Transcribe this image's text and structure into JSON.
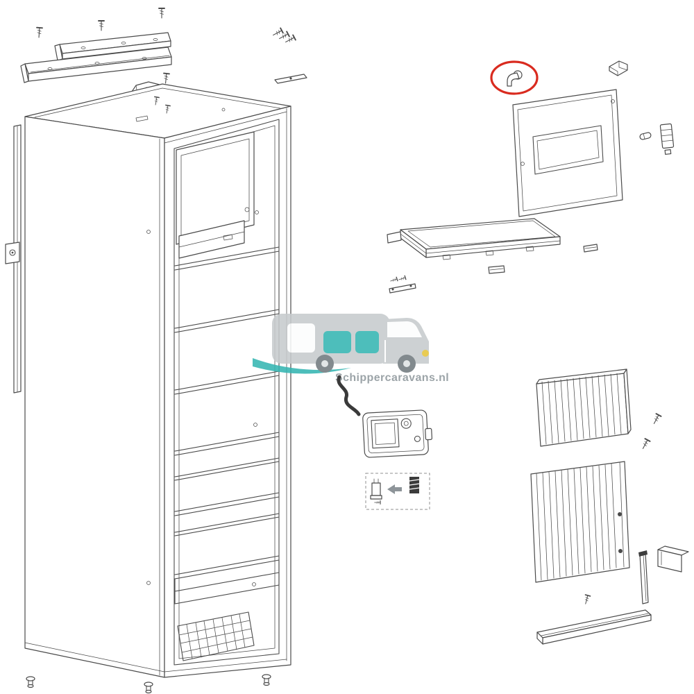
{
  "diagram_type": "exploded-parts-diagram",
  "watermark": {
    "text": "Schippercaravans.nl"
  },
  "highlight": {
    "shape": "ellipse",
    "part": "exhaust-elbow"
  },
  "colors": {
    "line": "#4a4a4a",
    "highlight_red": "#d92b1f",
    "teal": "#35b6b2",
    "watermark_gray": "#c7cbcd",
    "watermark_text": "#8f989d",
    "wheel": "#717a7f",
    "light_yellow": "#e6c43c",
    "dark_part": "#3c3c3c"
  },
  "parts": [
    "mounting-rail-upper",
    "mounting-rail-lower",
    "mounting-screws",
    "hinge-bracket",
    "refrigerator-cabinet",
    "freezer-compartment",
    "wire-shelves",
    "bottom-rack",
    "side-trim-strip",
    "leveling-bolts",
    "freezer-door-panel",
    "door-corner-bracket",
    "exhaust-elbow",
    "burner-tray",
    "small-mounting-bracket",
    "thermostat-control-panel",
    "power-cable",
    "fasteners-kit-box",
    "vent-grille-upper",
    "vent-grille-lower",
    "grille-screws",
    "handle-strip",
    "wall-corner-bracket",
    "drip-rail"
  ]
}
